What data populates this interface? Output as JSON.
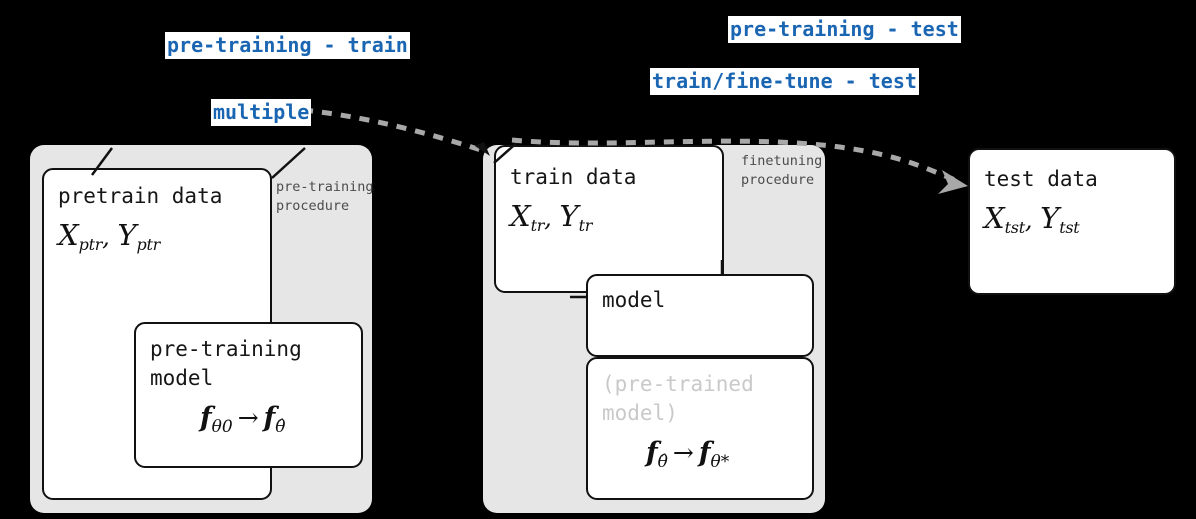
{
  "diagram": {
    "title": "pretraining / finetuning / test pipeline",
    "background_color": "#000000",
    "group_fill_color": "#e6e6e6",
    "node_fill_color": "#ffffff",
    "node_stroke_color": "#111111",
    "label_accent_color": "#1a66b3",
    "dim_text_color": "#c9c9c9",
    "arrow_color": "#a8a8a8"
  },
  "edge_labels": [
    {
      "id": "pretraining-train",
      "text": "pre-training - train"
    },
    {
      "id": "multiple",
      "text": "multiple"
    },
    {
      "id": "pretraining-test",
      "text": "pre-training - test"
    },
    {
      "id": "train-finetune-test",
      "text": "train/fine-tune - test"
    }
  ],
  "groups": [
    {
      "id": "pretraining-procedure",
      "caption_line1": "pre-training",
      "caption_line2": "procedure"
    },
    {
      "id": "finetuning-procedure",
      "caption_line1": "finetuning",
      "caption_line2": "procedure"
    }
  ],
  "nodes": {
    "pretrain_data": {
      "title": "pretrain data",
      "math_x": "X",
      "math_x_sub": "ptr",
      "math_y": "Y",
      "math_y_sub": "ptr"
    },
    "pretraining_model": {
      "title_line1": "pre-training",
      "title_line2": "model",
      "formula_from": "f",
      "formula_from_sub": "θ0",
      "formula_arrow": "→",
      "formula_to": "f",
      "formula_to_sub": "θ̂"
    },
    "train_data": {
      "title": "train data",
      "math_x": "X",
      "math_x_sub": "tr",
      "math_y": "Y",
      "math_y_sub": "tr"
    },
    "model": {
      "title": "model"
    },
    "pretrained_model": {
      "title_line1": "(pre-trained",
      "title_line2": "model)",
      "formula_from": "f",
      "formula_from_sub": "θ̂",
      "formula_arrow": "→",
      "formula_to": "f",
      "formula_to_sub": "θ*"
    },
    "test_data": {
      "title": "test data",
      "math_x": "X",
      "math_x_sub": "tst",
      "math_y": "Y",
      "math_y_sub": "tst"
    }
  }
}
